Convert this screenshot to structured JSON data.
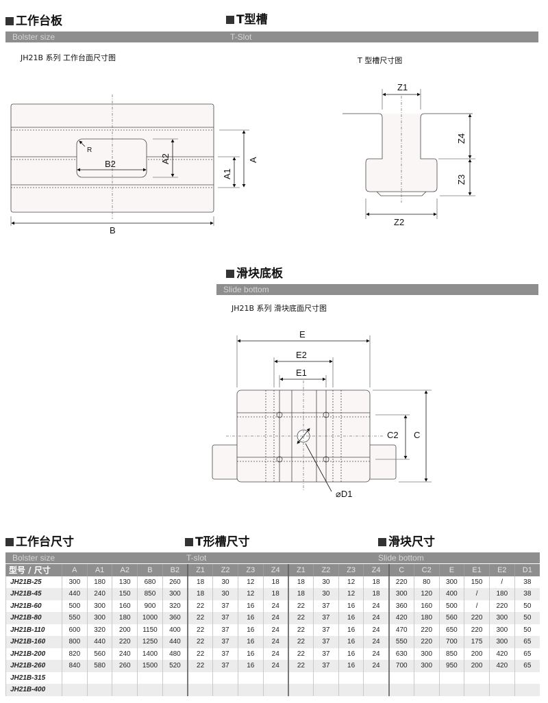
{
  "sections": {
    "bolster": {
      "title": "工作台板",
      "subtitle": "Bolster size",
      "caption": "JH21B 系列 工作台面尺寸图"
    },
    "tslot": {
      "title": "T型槽",
      "subtitle": "T-Slot",
      "caption": "T 型槽尺寸图"
    },
    "slide": {
      "title": "滑块底板",
      "subtitle": "Slide bottom",
      "caption": "JH21B 系列 滑块底面尺寸图"
    }
  },
  "drawings": {
    "bolster": {
      "R": "R",
      "B2": "B2",
      "A2": "A2",
      "A1": "A1",
      "A": "A",
      "B": "B"
    },
    "tslot": {
      "Z1": "Z1",
      "Z4": "Z4",
      "Z3": "Z3",
      "Z2": "Z2"
    },
    "slide": {
      "E": "E",
      "E2": "E2",
      "E1": "E1",
      "C2": "C2",
      "C": "C",
      "D1": "⌀D1"
    }
  },
  "tables": {
    "bolster": {
      "title": "工作台尺寸",
      "subtitle": "Bolster size"
    },
    "tslot": {
      "title": "T形槽尺寸",
      "subtitle": "T-slot"
    },
    "slide": {
      "title": "滑块尺寸",
      "subtitle": "Slide bottom"
    }
  },
  "table": {
    "first_header": "型号 / 尺寸",
    "headers": [
      "A",
      "A1",
      "A2",
      "B",
      "B2",
      "Z1",
      "Z2",
      "Z3",
      "Z4",
      "Z1",
      "Z2",
      "Z3",
      "Z4",
      "C",
      "C2",
      "E",
      "E1",
      "E2",
      "D1"
    ],
    "rows": [
      {
        "model": "JH21B-25",
        "values": [
          "300",
          "180",
          "130",
          "680",
          "260",
          "18",
          "30",
          "12",
          "18",
          "18",
          "30",
          "12",
          "18",
          "220",
          "80",
          "300",
          "150",
          "/",
          "38"
        ]
      },
      {
        "model": "JH21B-45",
        "values": [
          "440",
          "240",
          "150",
          "850",
          "300",
          "18",
          "30",
          "12",
          "18",
          "18",
          "30",
          "12",
          "18",
          "300",
          "120",
          "400",
          "/",
          "180",
          "38"
        ]
      },
      {
        "model": "JH21B-60",
        "values": [
          "500",
          "300",
          "160",
          "900",
          "320",
          "22",
          "37",
          "16",
          "24",
          "22",
          "37",
          "16",
          "24",
          "360",
          "160",
          "500",
          "/",
          "220",
          "50"
        ]
      },
      {
        "model": "JH21B-80",
        "values": [
          "550",
          "300",
          "180",
          "1000",
          "360",
          "22",
          "37",
          "16",
          "24",
          "22",
          "37",
          "16",
          "24",
          "420",
          "180",
          "560",
          "220",
          "300",
          "50"
        ]
      },
      {
        "model": "JH21B-110",
        "values": [
          "600",
          "320",
          "200",
          "1150",
          "400",
          "22",
          "37",
          "16",
          "24",
          "22",
          "37",
          "16",
          "24",
          "470",
          "220",
          "650",
          "220",
          "300",
          "50"
        ]
      },
      {
        "model": "JH21B-160",
        "values": [
          "800",
          "440",
          "220",
          "1250",
          "440",
          "22",
          "37",
          "16",
          "24",
          "22",
          "37",
          "16",
          "24",
          "550",
          "220",
          "700",
          "175",
          "300",
          "65"
        ]
      },
      {
        "model": "JH21B-200",
        "values": [
          "820",
          "560",
          "240",
          "1400",
          "480",
          "22",
          "37",
          "16",
          "24",
          "22",
          "37",
          "16",
          "24",
          "630",
          "300",
          "850",
          "200",
          "420",
          "65"
        ]
      },
      {
        "model": "JH21B-260",
        "values": [
          "840",
          "580",
          "260",
          "1500",
          "520",
          "22",
          "37",
          "16",
          "24",
          "22",
          "37",
          "16",
          "24",
          "700",
          "300",
          "950",
          "200",
          "420",
          "65"
        ]
      },
      {
        "model": "JH21B-315",
        "values": [
          "",
          "",
          "",
          "",
          "",
          "",
          "",
          "",
          "",
          "",
          "",
          "",
          "",
          "",
          "",
          "",
          "",
          "",
          ""
        ]
      },
      {
        "model": "JH21B-400",
        "values": [
          "",
          "",
          "",
          "",
          "",
          "",
          "",
          "",
          "",
          "",
          "",
          "",
          "",
          "",
          "",
          "",
          "",
          "",
          ""
        ]
      }
    ]
  }
}
